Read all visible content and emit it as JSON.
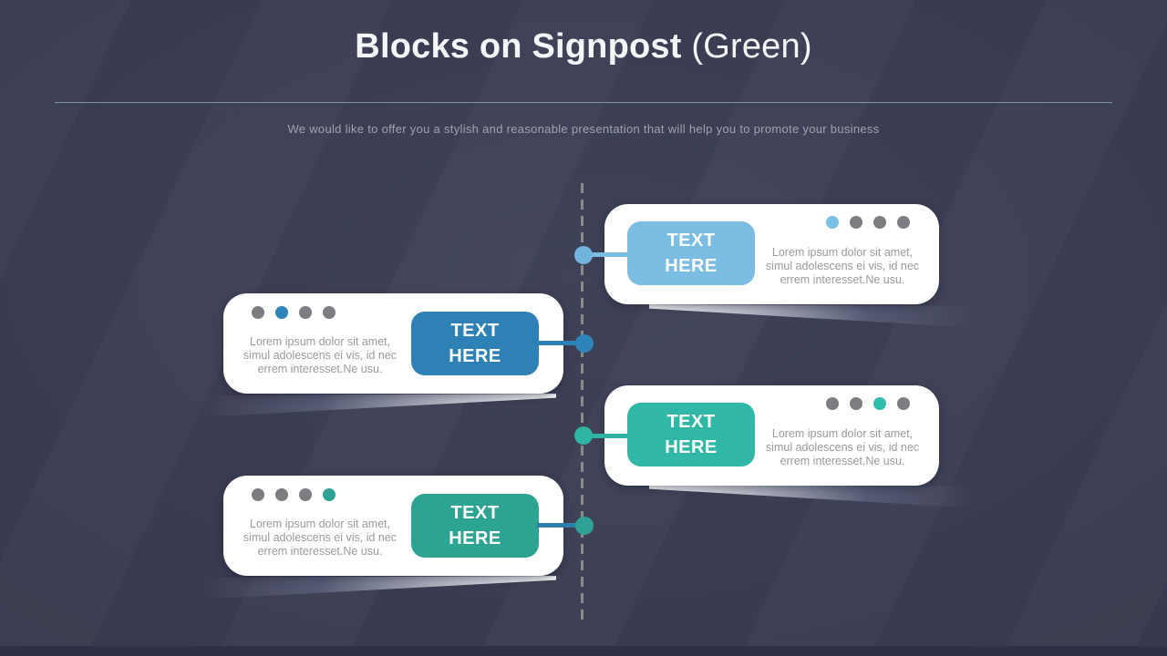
{
  "slide": {
    "title_bold": "Blocks on Signpost",
    "title_light": " (Green)",
    "subtitle": "We would like to offer you a stylish and reasonable presentation that will help you to promote your business"
  },
  "colors": {
    "background": "#3a3d54",
    "bottom_bar": "#2e3145",
    "divider": "#8ba3b5",
    "dashed_line": "#8b8b8b",
    "card_background": "#ffffff",
    "body_text": "#9a9a9a",
    "inactive_dot": "#7d7d81"
  },
  "cards": [
    {
      "position": "right",
      "button": {
        "line1": "TEXT",
        "line2": "HERE",
        "color": "#7abce2"
      },
      "connector": {
        "line_color": "#7abce2",
        "dot_color": "#6fb5dd"
      },
      "dots": [
        "#7cc0e5",
        "#7d7d81",
        "#7d7d81",
        "#7d7d81"
      ],
      "body": {
        "line1": "Lorem ipsum dolor sit amet,",
        "line2": "simul adolescens ei vis, id nec",
        "line3": "errem interesset.Ne usu."
      }
    },
    {
      "position": "left",
      "button": {
        "line1": "TEXT",
        "line2": "HERE",
        "color": "#2d81b5"
      },
      "connector": {
        "line_color": "#2d81b5",
        "dot_color": "#2d84b9"
      },
      "dots": [
        "#7d7d81",
        "#2d84b9",
        "#7d7d81",
        "#7d7d81"
      ],
      "body": {
        "line1": "Lorem ipsum dolor sit amet,",
        "line2": "simul adolescens ei vis, id nec",
        "line3": "errem interesset.Ne usu."
      }
    },
    {
      "position": "right",
      "button": {
        "line1": "TEXT",
        "line2": "HERE",
        "color": "#31b7a6"
      },
      "connector": {
        "line_color": "#2fb3a2",
        "dot_color": "#2fb3a2"
      },
      "dots": [
        "#7d7d81",
        "#7d7d81",
        "#30bcab",
        "#7d7d81"
      ],
      "body": {
        "line1": "Lorem ipsum dolor sit amet,",
        "line2": "simul adolescens ei vis, id nec",
        "line3": "errem interesset.Ne usu."
      }
    },
    {
      "position": "left",
      "button": {
        "line1": "TEXT",
        "line2": "HERE",
        "color": "#2da392"
      },
      "connector": {
        "line_color": "#2e80ab",
        "dot_color": "#2fa195"
      },
      "dots": [
        "#7d7d81",
        "#7d7d81",
        "#7d7d81",
        "#2fa195"
      ],
      "body": {
        "line1": "Lorem ipsum dolor sit amet,",
        "line2": "simul adolescens ei vis, id nec",
        "line3": "errem interesset.Ne usu."
      }
    }
  ]
}
